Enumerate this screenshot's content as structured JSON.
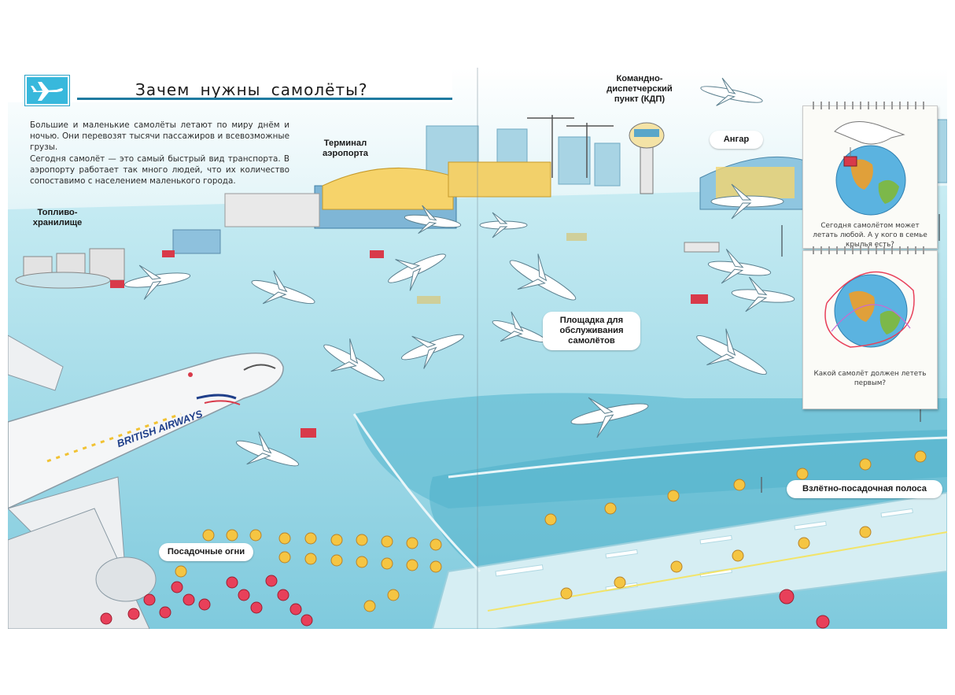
{
  "left_page": {
    "title": "Зачем нужны самолёты?",
    "intro_paragraph_1": "Большие и маленькие самолёты летают по миру днём и ночью. Они перевозят тысячи пассажиров и всевозможные грузы.",
    "intro_paragraph_2": "Сегодня самолёт — это самый быстрый вид транспорта. В аэропорту работает так много людей, что их количество сопоставимо с населением маленького города."
  },
  "scene_labels": {
    "fuel_storage": "Топливо-\nхранилище",
    "terminal": "Терминал\nаэропорта",
    "control_tower": "Командно-\nдиспетчерский\nпункт (КДП)",
    "hangar": "Ангар",
    "service_area": "Площадка для\nобслуживания\nсамолётов",
    "landing_lights": "Посадочные огни",
    "runway": "Взлётно-посадочная полоса",
    "aircraft_livery": "BRITISH AIRWAYS"
  },
  "cards": {
    "card_1_text": "Сегодня самолётом может летать любой. А у кого в семье крылья есть?",
    "card_2_text": "Какой самолёт должен лететь первым?"
  },
  "colors": {
    "sky_water": "#bfe6ef",
    "apron": "#8fd3e2",
    "runway": "#d6eef3",
    "accent_blue": "#38b8dc",
    "light_yellow": "#f5c542",
    "light_red": "#e8405a"
  }
}
